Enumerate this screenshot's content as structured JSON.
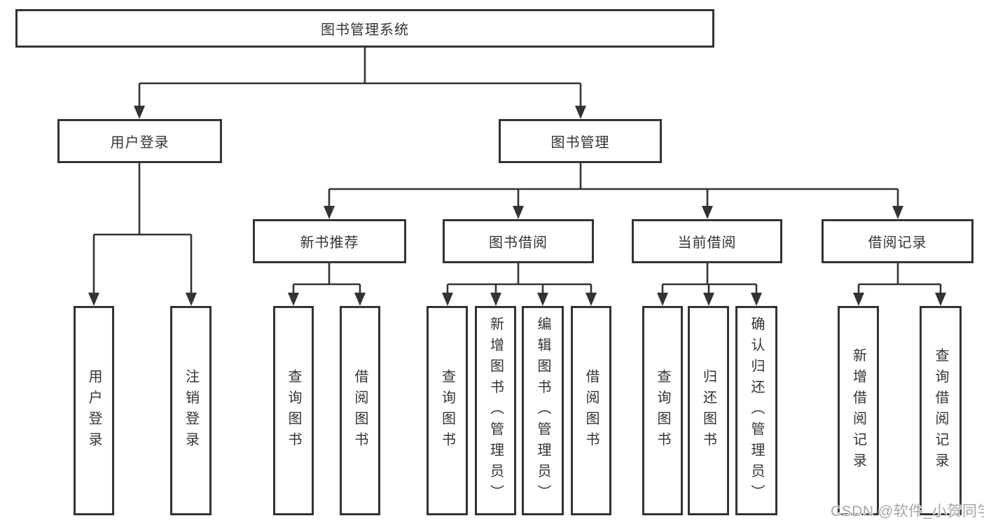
{
  "diagram": {
    "type": "hierarchy-tree",
    "nodes": {
      "root": "图书管理系统",
      "user_login": "用户登录",
      "book_mgmt": "图书管理",
      "new_book_rec": "新书推荐",
      "book_borrow": "图书借阅",
      "current_borrow": "当前借阅",
      "borrow_records": "借阅记录",
      "leaf_user_login": "用户登录",
      "leaf_logout": "注销登录",
      "rec_query_book": "查询图书",
      "rec_borrow_book": "借阅图书",
      "bb_query_book": "查询图书",
      "bb_add_book": "新增图书（管理员）",
      "bb_edit_book": "编辑图书（管理员）",
      "bb_borrow_book": "借阅图书",
      "cb_query_book": "查询图书",
      "cb_return_book": "归还图书",
      "cb_confirm_return": "确认归还（管理员）",
      "br_add_record": "新增借阅记录",
      "br_query_record": "查询借阅记录"
    },
    "edges": [
      [
        "图书管理系统",
        "用户登录"
      ],
      [
        "图书管理系统",
        "图书管理"
      ],
      [
        "用户登录",
        "用户登录"
      ],
      [
        "用户登录",
        "注销登录"
      ],
      [
        "图书管理",
        "新书推荐"
      ],
      [
        "图书管理",
        "图书借阅"
      ],
      [
        "图书管理",
        "当前借阅"
      ],
      [
        "图书管理",
        "借阅记录"
      ],
      [
        "新书推荐",
        "查询图书"
      ],
      [
        "新书推荐",
        "借阅图书"
      ],
      [
        "图书借阅",
        "查询图书"
      ],
      [
        "图书借阅",
        "新增图书（管理员）"
      ],
      [
        "图书借阅",
        "编辑图书（管理员）"
      ],
      [
        "图书借阅",
        "借阅图书"
      ],
      [
        "当前借阅",
        "查询图书"
      ],
      [
        "当前借阅",
        "归还图书"
      ],
      [
        "当前借阅",
        "确认归还（管理员）"
      ],
      [
        "借阅记录",
        "新增借阅记录"
      ],
      [
        "借阅记录",
        "查询借阅记录"
      ]
    ],
    "colors": {
      "line": "#333333",
      "box_border": "#333333",
      "box_fill": "#ffffff",
      "text": "#333333",
      "watermark": "#a5a5a5"
    }
  },
  "watermark": {
    "text": "CSDN @软件_小贺同学"
  }
}
